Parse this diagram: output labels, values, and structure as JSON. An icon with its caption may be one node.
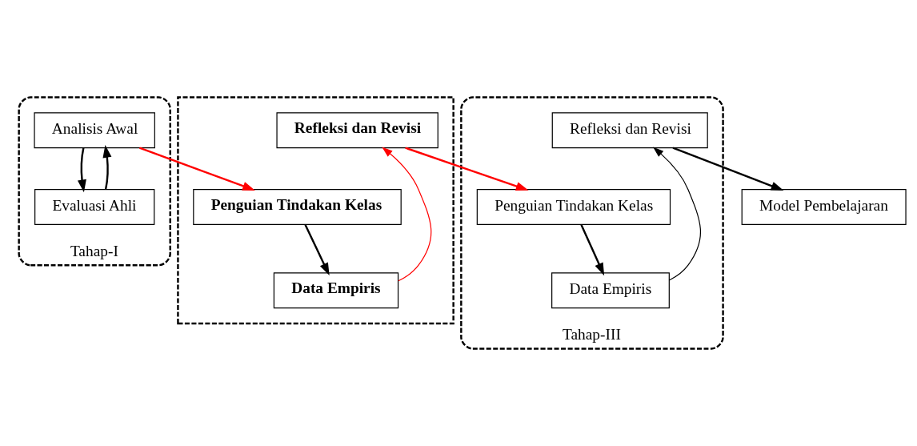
{
  "diagram": {
    "nodes": [
      {
        "text": [
          "Tahap-I"
        ]
      },
      {
        "text": [
          "Analisis Awal"
        ],
        "in": 0
      },
      {
        "text": [
          "Evaluasi Ahli"
        ],
        "in": 0
      },
      {
        "text": [],
        "shape": "box"
      },
      {
        "text": [
          "Refleksi dan Revisi"
        ],
        "in": 3
      },
      {
        "text": [
          "Penguian Tindakan Kelas"
        ],
        "in": 3
      },
      {
        "text": [
          "Data Empiris"
        ],
        "in": 3
      },
      {
        "text": [
          "Tahap-III"
        ]
      },
      {
        "text": [
          "Refleksi dan Revisi"
        ],
        "in": 7
      },
      {
        "text": [
          "Penguian Tindakan Kelas"
        ],
        "in": 7
      },
      {
        "text": [
          "Data Empiris"
        ],
        "in": 7
      },
      {
        "text": [
          "Model Pembelajaran"
        ]
      }
    ],
    "edges": [
      {
        "from": 1,
        "to": 2,
        "arrow": "to"
      },
      {
        "from": 2,
        "to": 1,
        "arrow": "to"
      },
      {
        "from": 1,
        "to": 5,
        "arrow": "to",
        "color": "#ff0000"
      },
      {
        "from": 6,
        "to": 4,
        "arrow": "to",
        "color": "#ff0000"
      },
      {
        "from": 4,
        "to": 9,
        "arrow": "to",
        "color": "#ff0000"
      },
      {
        "from": 5,
        "to": 6,
        "arrow": "to"
      },
      {
        "from": 9,
        "to": 10,
        "arrow": "to"
      },
      {
        "from": 10,
        "to": 8,
        "arrow": "to"
      },
      {
        "from": 8,
        "to": 11,
        "arrow": "to"
      }
    ]
  }
}
